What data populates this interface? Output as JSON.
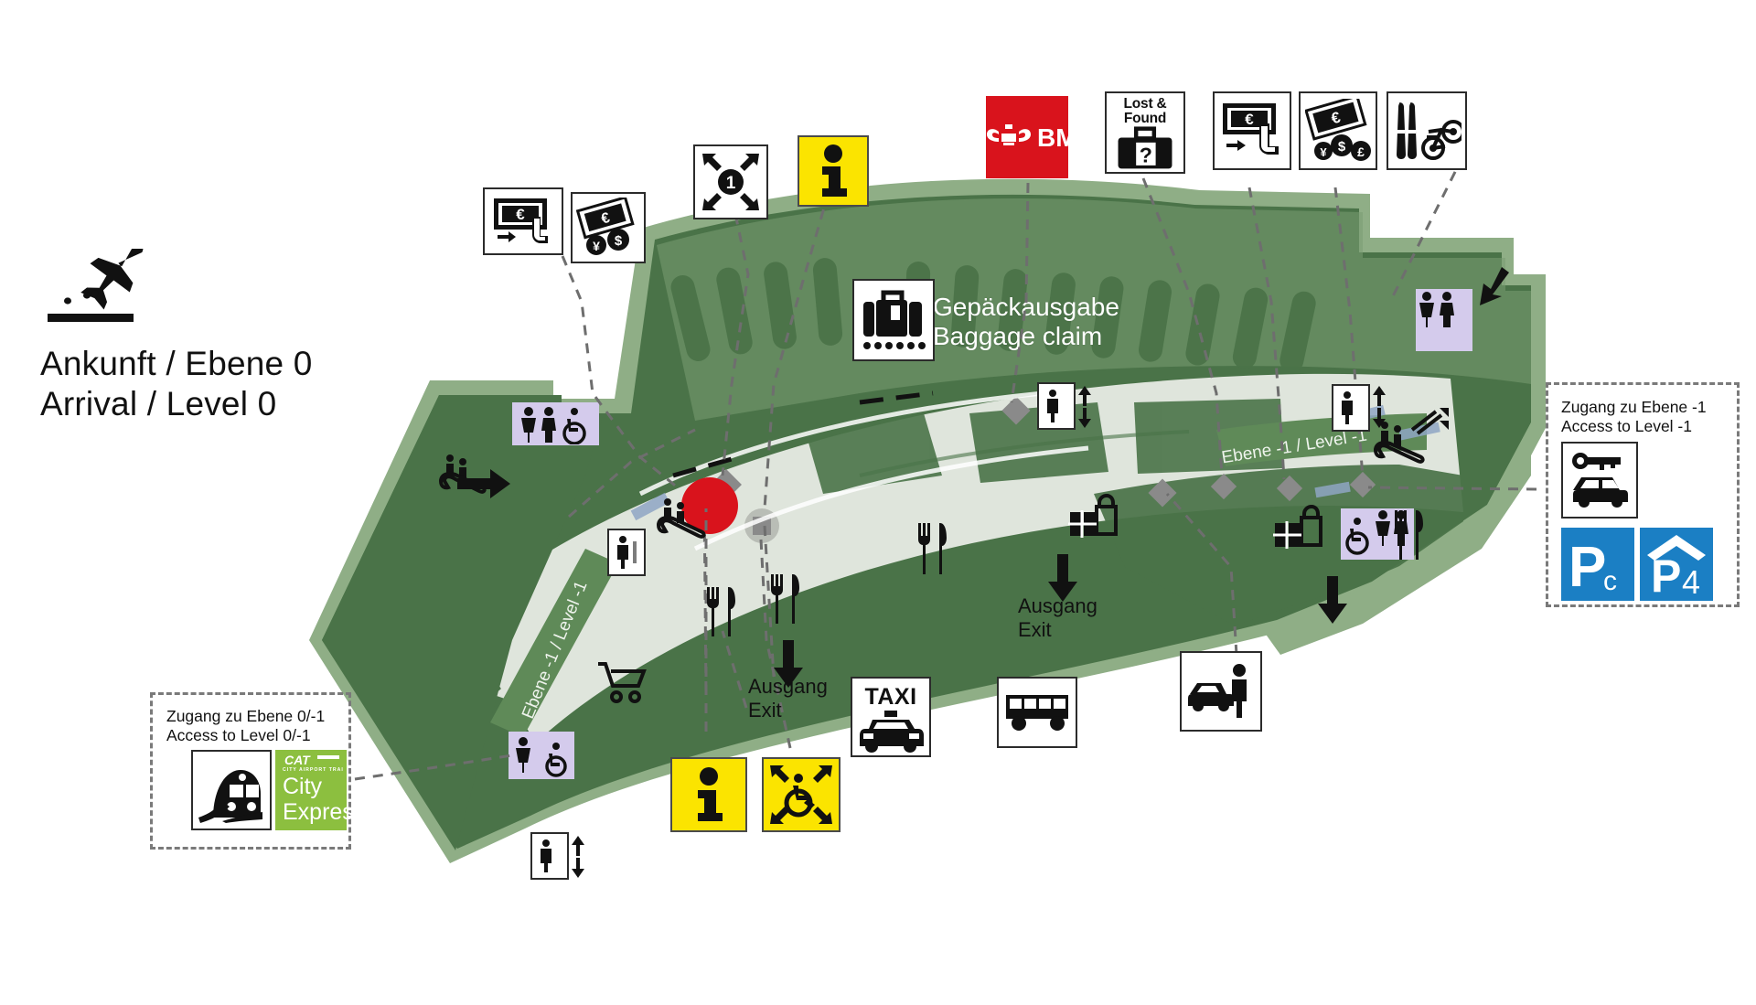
{
  "page": {
    "title_de": "Ankunft / Ebene 0",
    "title_en": "Arrival / Level 0",
    "plane_icon": "arriving-plane-icon"
  },
  "map": {
    "baggage_claim": {
      "de": "Gepäckausgabe",
      "en": "Baggage claim",
      "icon": "suitcase-icon"
    },
    "level_label_left": "Ebene -1 / Level -1",
    "level_label_right": "Ebene -1 / Level -1",
    "you_are_here": {
      "name": "you-are-here-marker",
      "color": "#d9131c"
    },
    "exit_center": {
      "de": "Ausgang",
      "en": "Exit"
    },
    "exit_left": {
      "de": "Ausgang",
      "en": "Exit"
    },
    "colors": {
      "terminal_dark_green": "#4a7348",
      "terminal_mid_green": "#5f8a58",
      "terminal_light_green": "#8fae86",
      "concourse_floor": "#dfe5dc",
      "toilet_badge": "#d4cbec",
      "accent_red": "#d9131c",
      "accent_yellow": "#fbe400",
      "accent_blue": "#1b7fc4",
      "cat_green": "#8cbf3f",
      "bmf_red": "#d9131c"
    }
  },
  "top_icons": [
    {
      "name": "atm-icon",
      "label": "ATM / cash machine"
    },
    {
      "name": "currency-exchange-icon",
      "label": "Currency exchange"
    },
    {
      "name": "meeting-point-1-icon",
      "label": "Meeting point 1"
    },
    {
      "name": "information-icon",
      "label": "Information"
    },
    {
      "name": "bmf-customs-icon",
      "label": "BMF"
    },
    {
      "name": "lost-and-found-icon",
      "label": "Lost & Found"
    },
    {
      "name": "atm-icon-2",
      "label": "ATM / cash machine"
    },
    {
      "name": "currency-exchange-icon-2",
      "label": "Currency exchange"
    },
    {
      "name": "oversized-baggage-icon",
      "label": "Oversized baggage (skis / bicycle)"
    }
  ],
  "bottom_icons": [
    {
      "name": "information-icon-2",
      "label": "Information"
    },
    {
      "name": "accessible-meeting-point-icon",
      "label": "Accessible meeting point"
    },
    {
      "name": "taxi-icon",
      "label": "TAXI"
    },
    {
      "name": "bus-icon",
      "label": "Bus"
    },
    {
      "name": "car-rental-pickup-icon",
      "label": "Car with driver / limousine"
    }
  ],
  "labels": {
    "lost_and_found": "Lost & Found",
    "bmf": "BMF",
    "taxi": "TAXI",
    "parking_pc": "Pc",
    "parking_p4": "P4"
  },
  "panel_right": {
    "caption_de": "Zugang zu Ebene -1",
    "caption_en": "Access to Level -1",
    "icons": [
      {
        "name": "rental-car-icon",
        "label": "Rental car"
      },
      {
        "name": "parking-pc-icon",
        "label": "Pc"
      },
      {
        "name": "parking-p4-covered-icon",
        "label": "P4"
      }
    ]
  },
  "panel_left": {
    "caption_de": "Zugang zu Ebene 0/-1",
    "caption_en": "Access to Level 0/-1",
    "icons": [
      {
        "name": "train-icon",
        "label": "Train / S-Bahn"
      },
      {
        "name": "cat-city-express-icon",
        "label": "City Express",
        "brand": "CAT",
        "brand_sub": "CITY AIRPORT TRAIN"
      }
    ]
  },
  "cat": {
    "line1": "City",
    "line2": "Express",
    "mark": "CAT",
    "sub": "CITY AIRPORT TRAIN"
  },
  "map_icons": [
    {
      "name": "escalator-icon",
      "label": "Escalator"
    },
    {
      "name": "elevator-icon",
      "label": "Elevator"
    },
    {
      "name": "toilets-icon",
      "label": "Toilets"
    },
    {
      "name": "accessible-toilet-icon",
      "label": "Accessible toilet"
    },
    {
      "name": "restaurant-icon",
      "label": "Restaurant"
    },
    {
      "name": "shop-icon",
      "label": "Shops"
    },
    {
      "name": "trolley-icon",
      "label": "Baggage trolleys"
    },
    {
      "name": "arrow-icon",
      "label": "Direction arrow"
    }
  ]
}
